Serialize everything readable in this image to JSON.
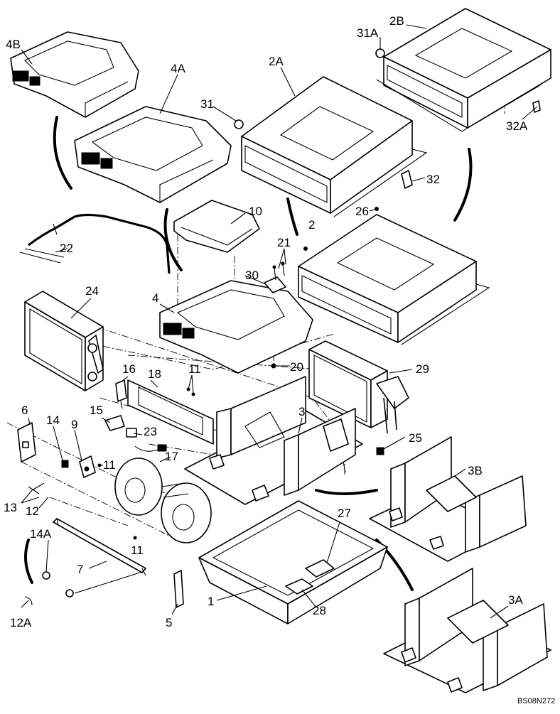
{
  "diagram": {
    "code": "BS08N272",
    "callouts": {
      "c4B": "4B",
      "c4A": "4A",
      "c4": "4",
      "c2A": "2A",
      "c2B": "2B",
      "c2": "2",
      "c31A": "31A",
      "c31": "31",
      "c32": "32",
      "c32A": "32A",
      "c26": "26",
      "c10": "10",
      "c22": "22",
      "c21": "21",
      "c30": "30",
      "c24": "24",
      "c20": "20",
      "c29": "29",
      "c16": "16",
      "c18": "18",
      "c11a": "11",
      "c11b": "11",
      "c11c": "11",
      "c3": "3",
      "c6": "6",
      "c14": "14",
      "c9": "9",
      "c15": "15",
      "c23": "23",
      "c17": "17",
      "c25": "25",
      "c3B": "3B",
      "c13": "13",
      "c12": "12",
      "c14A": "14A",
      "c7": "7",
      "c27": "27",
      "c3A": "3A",
      "c1": "1",
      "c28": "28",
      "c5": "5",
      "c12A": "12A"
    }
  }
}
